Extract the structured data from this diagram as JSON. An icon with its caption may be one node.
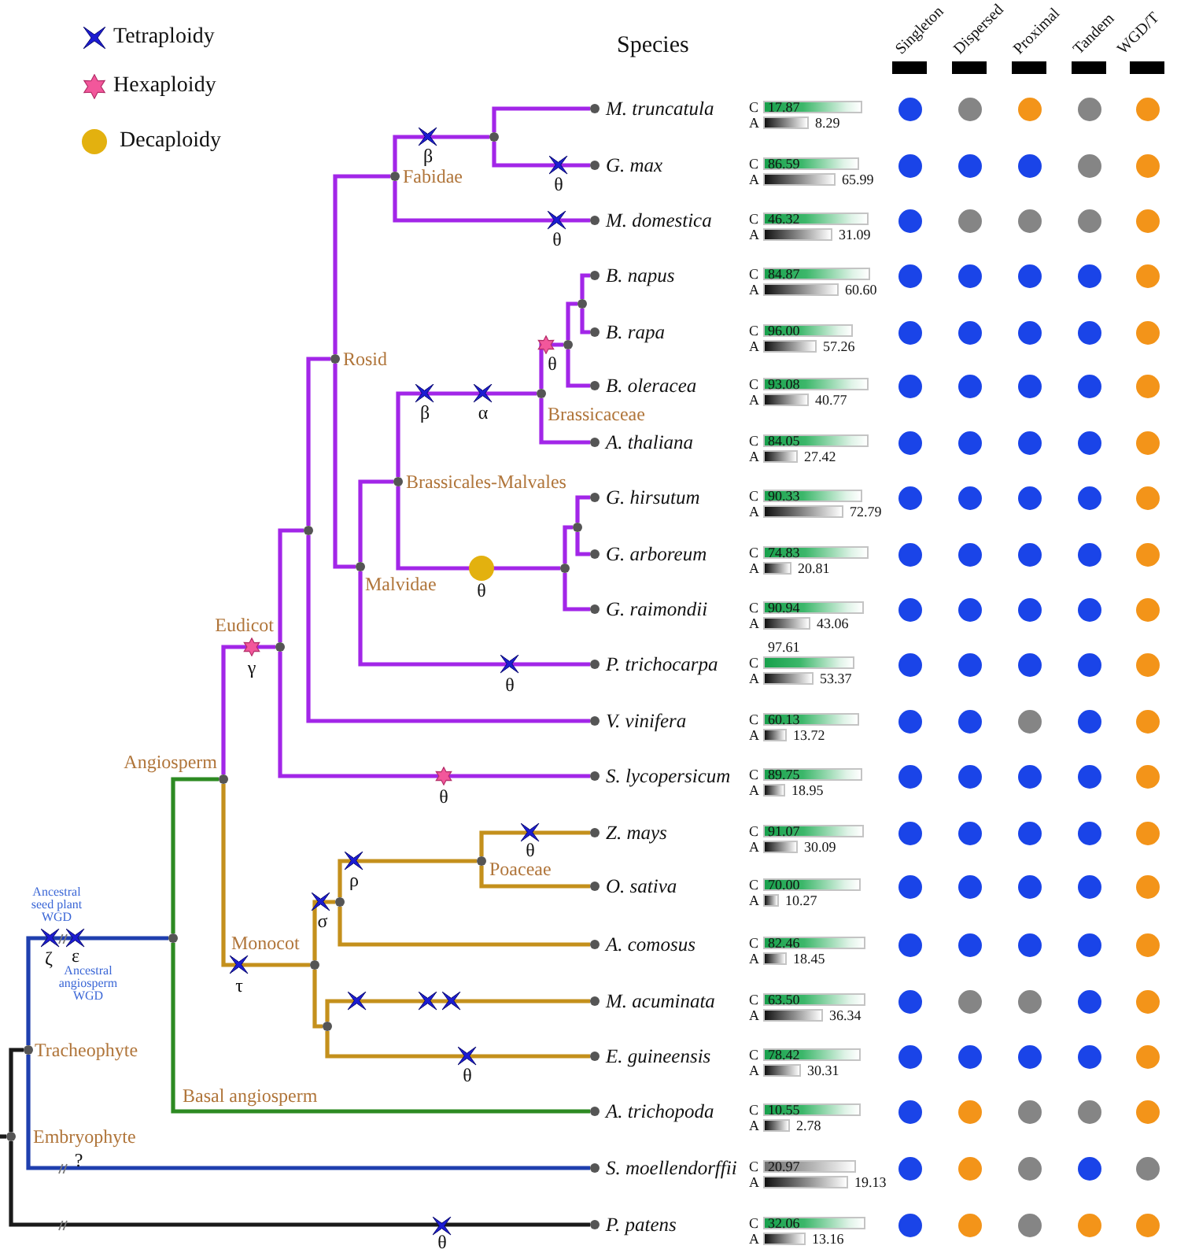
{
  "diagram": {
    "nodes": [
      {
        "text": [
          "M. truncatula"
        ],
        "beside": [
          "C",
          "17.87",
          "A",
          "8.29"
        ]
      },
      {
        "text": [
          "G. max"
        ],
        "beside": [
          "C",
          "86.59",
          "A",
          "65.99"
        ]
      },
      {
        "text": [
          "M. domestica"
        ],
        "beside": [
          "C",
          "46.32",
          "A",
          "31.09"
        ]
      },
      {
        "text": [
          "B. napus"
        ],
        "beside": [
          "C",
          "84.87",
          "A",
          "60.60"
        ]
      },
      {
        "text": [
          "B. rapa"
        ],
        "beside": [
          "C",
          "96.00",
          "A",
          "57.26"
        ]
      },
      {
        "text": [
          "B. oleracea"
        ],
        "beside": [
          "C",
          "93.08",
          "A",
          "40.77"
        ]
      },
      {
        "text": [
          "A. thaliana"
        ],
        "beside": [
          "C",
          "84.05",
          "A",
          "27.42"
        ]
      },
      {
        "text": [
          "G. hirsutum"
        ],
        "beside": [
          "C",
          "90.33",
          "A",
          "72.79"
        ]
      },
      {
        "text": [
          "G. arboreum"
        ],
        "beside": [
          "C",
          "74.83",
          "A",
          "20.81"
        ]
      },
      {
        "text": [
          "G. raimondii"
        ],
        "beside": [
          "C",
          "90.94",
          "A",
          "43.06"
        ]
      },
      {
        "text": [
          "P. trichocarpa"
        ],
        "beside": [
          "C",
          "97.61",
          "A",
          "53.37"
        ]
      },
      {
        "text": [
          "V. vinifera"
        ],
        "beside": [
          "C",
          "60.13",
          "A",
          "13.72"
        ]
      },
      {
        "text": [
          "S. lycopersicum"
        ],
        "beside": [
          "C",
          "89.75",
          "A",
          "18.95"
        ]
      },
      {
        "text": [
          "Z. mays"
        ],
        "beside": [
          "C",
          "91.07",
          "A",
          "30.09"
        ]
      },
      {
        "text": [
          "O. sativa"
        ],
        "beside": [
          "C",
          "70.00",
          "A",
          "10.27"
        ]
      },
      {
        "text": [
          "A. comosus"
        ],
        "beside": [
          "C",
          "82.46",
          "A",
          "18.45"
        ]
      },
      {
        "text": [
          "M. acuminata"
        ],
        "beside": [
          "C",
          "63.50",
          "A",
          "36.34"
        ]
      },
      {
        "text": [
          "E. guineensis"
        ],
        "beside": [
          "C",
          "78.42",
          "A",
          "30.31"
        ]
      },
      {
        "text": [
          "A. trichopoda"
        ],
        "beside": [
          "C",
          "10.55",
          "A",
          "2.78"
        ]
      },
      {
        "text": [
          "S. moellendorffii"
        ],
        "beside": [
          "C",
          "20.97",
          "A",
          "19.13"
        ]
      },
      {
        "text": [
          "P. patens"
        ],
        "beside": [
          "C",
          "32.06",
          "A",
          "13.16"
        ]
      },
      {
        "text": [],
        "shape": "circle"
      },
      {
        "text": [],
        "shape": "circle",
        "beside": [
          "Fabidae"
        ]
      },
      {
        "text": [],
        "shape": "circle"
      },
      {
        "text": [],
        "shape": "circle"
      },
      {
        "text": [],
        "shape": "circle",
        "beside": [
          "Rosid"
        ]
      },
      {
        "text": [],
        "shape": "circle",
        "beside": [
          "Brassicaceae"
        ]
      },
      {
        "text": [],
        "shape": "circle",
        "beside": [
          "Brassicales-Malvales"
        ]
      },
      {
        "text": [],
        "shape": "circle"
      },
      {
        "text": [],
        "shape": "circle"
      },
      {
        "text": [],
        "shape": "circle",
        "beside": [
          "Malvidae"
        ]
      },
      {
        "text": [],
        "shape": "circle"
      },
      {
        "text": [],
        "shape": "circle",
        "beside": [
          "Eudicot"
        ]
      },
      {
        "text": [],
        "shape": "circle",
        "beside": [
          "Angiosperm"
        ]
      },
      {
        "text": [],
        "shape": "circle",
        "beside": [
          "Poaceae"
        ]
      },
      {
        "text": [],
        "shape": "circle"
      },
      {
        "text": [],
        "shape": "circle"
      },
      {
        "text": [],
        "shape": "circle",
        "beside": [
          "Monocot"
        ]
      },
      {
        "text": [],
        "shape": "circle"
      },
      {
        "text": [],
        "shape": "circle",
        "beside": [
          "Tracheophyte"
        ]
      },
      {
        "text": [],
        "shape": "circle",
        "beside": [
          "Embryophyte"
        ]
      }
    ],
    "edges": [
      {
        "from": null,
        "to": 40,
        "arrow": "none",
        "color": "#1a1a1a"
      },
      {
        "from": 40,
        "to": 39,
        "arrow": "none",
        "color": "#1a1a1a"
      },
      {
        "from": 40,
        "to": 20,
        "arrow": "none",
        "color": "#1a1a1a"
      },
      {
        "from": 39,
        "to": 36,
        "arrow": "none",
        "color": "#1f3fae"
      },
      {
        "from": 39,
        "to": 19,
        "arrow": "none",
        "color": "#1f3fae"
      },
      {
        "from": 36,
        "to": 33,
        "arrow": "none",
        "color": "#2d8a22"
      },
      {
        "from": 36,
        "to": 18,
        "arrow": "none",
        "color": "#2d8a22",
        "label": "Basal angiosperm"
      },
      {
        "from": 33,
        "to": 32,
        "arrow": "none"
      },
      {
        "from": 33,
        "to": 37,
        "arrow": "none",
        "color": "#c4901c"
      },
      {
        "from": 32,
        "to": 29,
        "arrow": "none"
      },
      {
        "from": 32,
        "to": 12,
        "arrow": "none"
      },
      {
        "from": 29,
        "to": 25,
        "arrow": "none"
      },
      {
        "from": 29,
        "to": 11,
        "arrow": "none"
      },
      {
        "from": 25,
        "to": 22,
        "arrow": "none"
      },
      {
        "from": 25,
        "to": 30,
        "arrow": "none"
      },
      {
        "from": 22,
        "to": 21,
        "arrow": "none"
      },
      {
        "from": 22,
        "to": 2,
        "arrow": "none"
      },
      {
        "from": 21,
        "to": 0,
        "arrow": "none"
      },
      {
        "from": 21,
        "to": 1,
        "arrow": "none"
      },
      {
        "from": 30,
        "to": 27,
        "arrow": "none"
      },
      {
        "from": 30,
        "to": 10,
        "arrow": "none"
      },
      {
        "from": 27,
        "to": 26,
        "arrow": "none"
      },
      {
        "from": 27,
        "to": 31,
        "arrow": "none"
      },
      {
        "from": 26,
        "to": 24,
        "arrow": "none"
      },
      {
        "from": 26,
        "to": 6,
        "arrow": "none"
      },
      {
        "from": 24,
        "to": 23,
        "arrow": "none"
      },
      {
        "from": 24,
        "to": 5,
        "arrow": "none"
      },
      {
        "from": 23,
        "to": 3,
        "arrow": "none"
      },
      {
        "from": 23,
        "to": 4,
        "arrow": "none"
      },
      {
        "from": 31,
        "to": 28,
        "arrow": "none"
      },
      {
        "from": 31,
        "to": 9,
        "arrow": "none"
      },
      {
        "from": 28,
        "to": 7,
        "arrow": "none"
      },
      {
        "from": 28,
        "to": 8,
        "arrow": "none"
      },
      {
        "from": 37,
        "to": 35,
        "arrow": "none",
        "color": "#c4901c"
      },
      {
        "from": 37,
        "to": 38,
        "arrow": "none",
        "color": "#c4901c"
      },
      {
        "from": 35,
        "to": 34,
        "arrow": "none",
        "color": "#c4901c"
      },
      {
        "from": 35,
        "to": 15,
        "arrow": "none",
        "color": "#c4901c"
      },
      {
        "from": 34,
        "to": 13,
        "arrow": "none",
        "color": "#c4901c"
      },
      {
        "from": 34,
        "to": 14,
        "arrow": "none",
        "color": "#c4901c"
      },
      {
        "from": 38,
        "to": 16,
        "arrow": "none",
        "color": "#c4901c"
      },
      {
        "from": 38,
        "to": 17,
        "arrow": "none",
        "color": "#c4901c"
      }
    ],
    "labels": [
      "Species",
      "Singleton",
      "Dispersed",
      "Proximal",
      "Tandem",
      "WGD/T",
      "β",
      "θ",
      "θ",
      "θ",
      "β",
      "α",
      "θ",
      "γ",
      "θ",
      "θ",
      "θ",
      "ρ",
      "Ancestral seed plant WGD",
      "σ",
      "ζ",
      "ε",
      "Ancestral angiosperm WGD",
      "τ",
      "θ",
      "?",
      "θ"
    ],
    "legend": [
      {
        "text": "Tetraploidy"
      },
      {
        "text": "Hexaploidy"
      },
      {
        "text": "Decaploidy",
        "color": "#e3b10f"
      }
    ]
  }
}
